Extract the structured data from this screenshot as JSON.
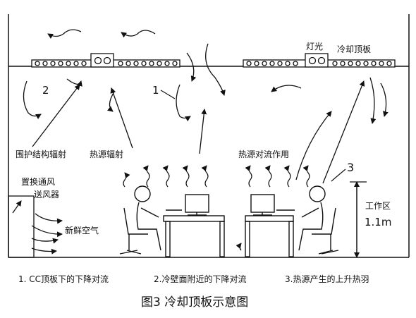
{
  "labels": {
    "lamp": "灯光",
    "cooling_panel": "冷却顶板",
    "envelope_radiation": "围护结构辐射",
    "heat_radiation": "热源辐射",
    "heat_convection": "热源对流作用",
    "displacement_vent_line1": "置换通风",
    "displacement_vent_line2": "送风器",
    "fresh_air": "新鲜空气",
    "work_zone": "工作区",
    "height": "1.1m",
    "callout_1": "1",
    "callout_2": "2",
    "callout_3": "3"
  },
  "legend": {
    "item1": "1. CC顶板下的下降对流",
    "item2": "2.冷壁面附近的下降对流",
    "item3": "3.热源产生的上升热羽"
  },
  "caption": "图3 冷却顶板示意图"
}
